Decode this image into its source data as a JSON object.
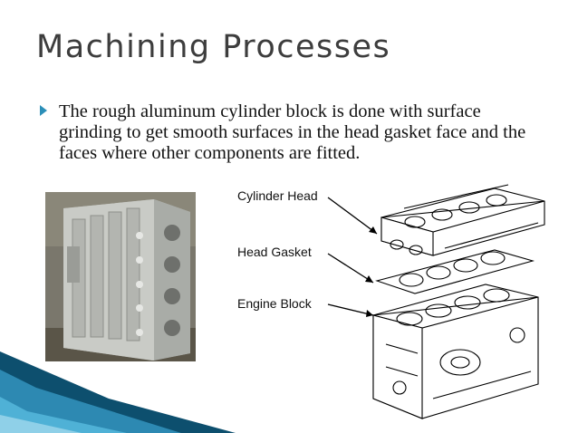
{
  "slide": {
    "title": "Machining Processes",
    "bullets": [
      "The rough aluminum cylinder block is done with surface grinding to get smooth surfaces in the head gasket face and the faces where other components are fitted."
    ]
  },
  "diagram": {
    "labels": {
      "cylinder_head": "Cylinder Head",
      "head_gasket": "Head Gasket",
      "engine_block": "Engine Block"
    }
  },
  "theme": {
    "accent": "#2b8fb8",
    "title_color": "#3d3d3d",
    "wave_dark": "#0d4f6e",
    "wave_light": "#4fb1d6"
  }
}
